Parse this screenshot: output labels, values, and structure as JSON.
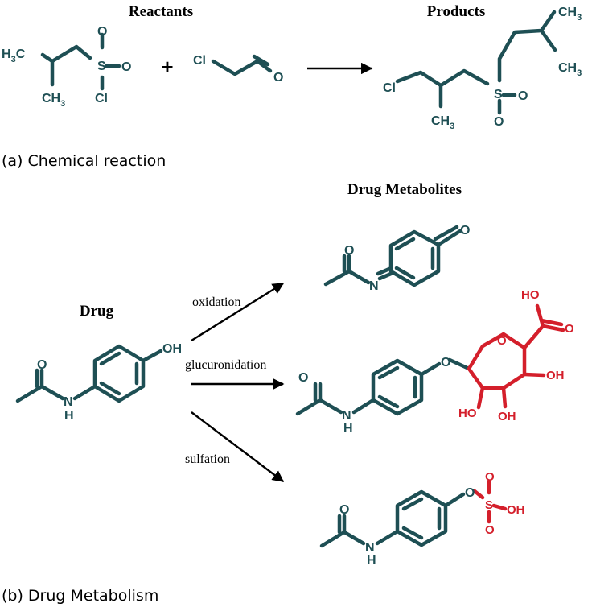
{
  "figure": {
    "panel_a": {
      "reactants_heading": "Reactants",
      "products_heading": "Products",
      "plus": "+",
      "caption": "(a) Chemical reaction",
      "reactant1_atoms": {
        "h3c": "H3C",
        "s": "S",
        "o1": "O",
        "o2": "O",
        "cl": "Cl",
        "ch3": "CH3"
      },
      "reactant2_atoms": {
        "cl": "Cl",
        "o": "O"
      },
      "product_atoms": {
        "cl": "Cl",
        "ch3": "CH3",
        "s": "S",
        "o1": "O",
        "o2": "O",
        "ch3_top": "CH3"
      }
    },
    "panel_b": {
      "metabolites_heading": "Drug Metabolites",
      "drug_label": "Drug",
      "caption": "(b) Drug Metabolism",
      "arrow_labels": {
        "oxidation": "oxidation",
        "glucuronidation": "glucuronidation",
        "sulfation": "sulfation"
      },
      "drug_atoms": {
        "o": "O",
        "nh": "N",
        "h": "H",
        "oh": "OH"
      },
      "oxidation_atoms": {
        "o_amide": "O",
        "n": "N",
        "o_keto": "O"
      },
      "glucuronide_atoms": {
        "o_amide": "O",
        "n": "N",
        "h": "H",
        "o_link": "O",
        "o_ring": "O",
        "ho_acid": "HO",
        "o_acid": "O",
        "oh_right": "OH",
        "oh_bottom": "OH",
        "ho_left": "HO"
      },
      "sulfate_atoms": {
        "o_amide": "O",
        "n": "N",
        "h": "H",
        "o_link": "O",
        "s": "S",
        "o_top": "O",
        "o_bottom": "O",
        "oh": "OH"
      }
    },
    "colors": {
      "molecule": "#1e4f54",
      "highlight": "#d41f2b"
    }
  }
}
